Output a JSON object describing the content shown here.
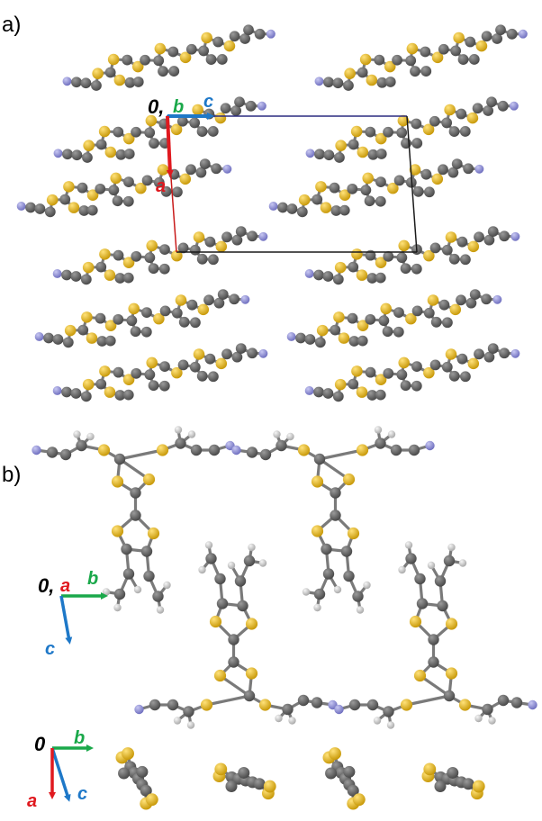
{
  "panels": [
    {
      "id": "a",
      "label": "a)"
    },
    {
      "id": "b",
      "label": "b)"
    }
  ],
  "axes": {
    "panel_a": {
      "origin": "0,",
      "b": "b",
      "c": "c",
      "a": "a"
    },
    "panel_b_top": {
      "origin": "0,",
      "a": "a",
      "b": "b",
      "c": "c"
    },
    "panel_b_bottom": {
      "origin": "0",
      "b": "b",
      "a": "a",
      "c": "c"
    }
  },
  "colors": {
    "carbon": "#5e5e5e",
    "sulfur": "#e6b81a",
    "nitrogen": "#8f8fd6",
    "hydrogen": "#d4d4d4",
    "axis_a": "#e0191f",
    "axis_b": "#1aa84a",
    "axis_c": "#1e78c8",
    "cell_edge": "#1a1a1a",
    "cell_b_edge": "#2b2b80"
  }
}
